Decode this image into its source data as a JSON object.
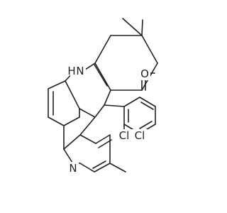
{
  "molecule": {
    "atom_labels": {
      "nh": "H",
      "n_nh": "N",
      "o_ketone": "O",
      "n_pyridine": "N",
      "cl_1": "Cl",
      "cl_2": "Cl"
    },
    "colors": {
      "bond": "#222222",
      "nitrogen": "#3050F8",
      "oxygen": "#FF0D0D",
      "chlorine": "#1FAA1F"
    }
  }
}
